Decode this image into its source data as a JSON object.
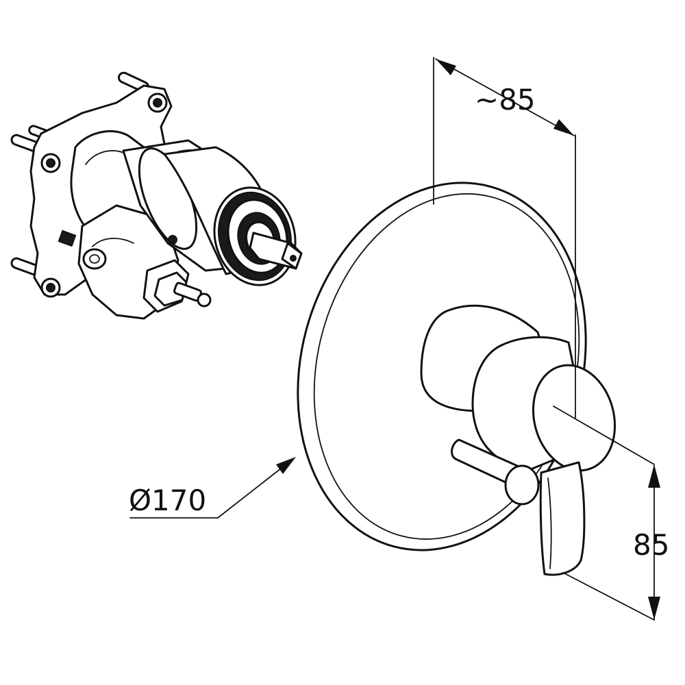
{
  "drawing": {
    "dimensions": {
      "cover_diameter": "Ø170",
      "depth": "~85",
      "lever_offset": "85"
    }
  }
}
